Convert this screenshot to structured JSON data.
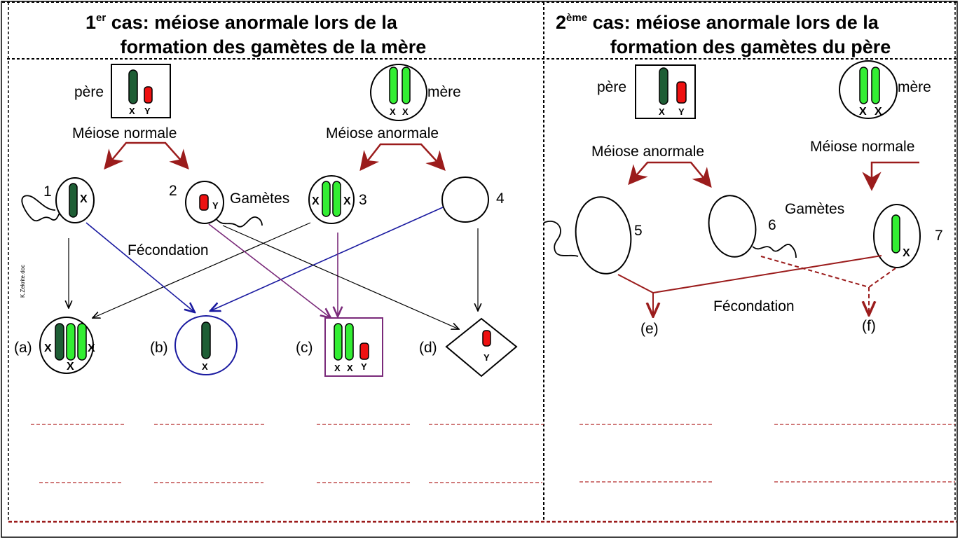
{
  "case1": {
    "title_line1_a": "1",
    "title_line1_sup": "er",
    "title_line1_b": " cas: méiose anormale lors de la",
    "title_line2": "formation des gamètes de la mère"
  },
  "case2": {
    "title_line1_a": "2",
    "title_line1_sup": "ème",
    "title_line1_b": " cas: méiose anormale lors de la",
    "title_line2": "formation des gamètes du père"
  },
  "labels": {
    "pere": "père",
    "mere": "mère",
    "meiose_normale": "Méiose normale",
    "meiose_anormale": "Méiose anormale",
    "gametes": "Gamètes",
    "fecondation": "Fécondation",
    "x": "X",
    "y": "Y"
  },
  "numbers": {
    "n1": "1",
    "n2": "2",
    "n3": "3",
    "n4": "4",
    "n5": "5",
    "n6": "6",
    "n7": "7"
  },
  "results": {
    "a": "(a)",
    "b": "(b)",
    "c": "(c)",
    "d": "(d)",
    "e": "(e)",
    "f": "(f)"
  },
  "watermark": "K.Zekrite.doc",
  "colors": {
    "dark_green": "#1e5e35",
    "light_green": "#33ee33",
    "red": "#ee1111",
    "dark_red": "#9b1c1c",
    "blue": "#1a1aa0",
    "purple": "#7a2a7a"
  }
}
